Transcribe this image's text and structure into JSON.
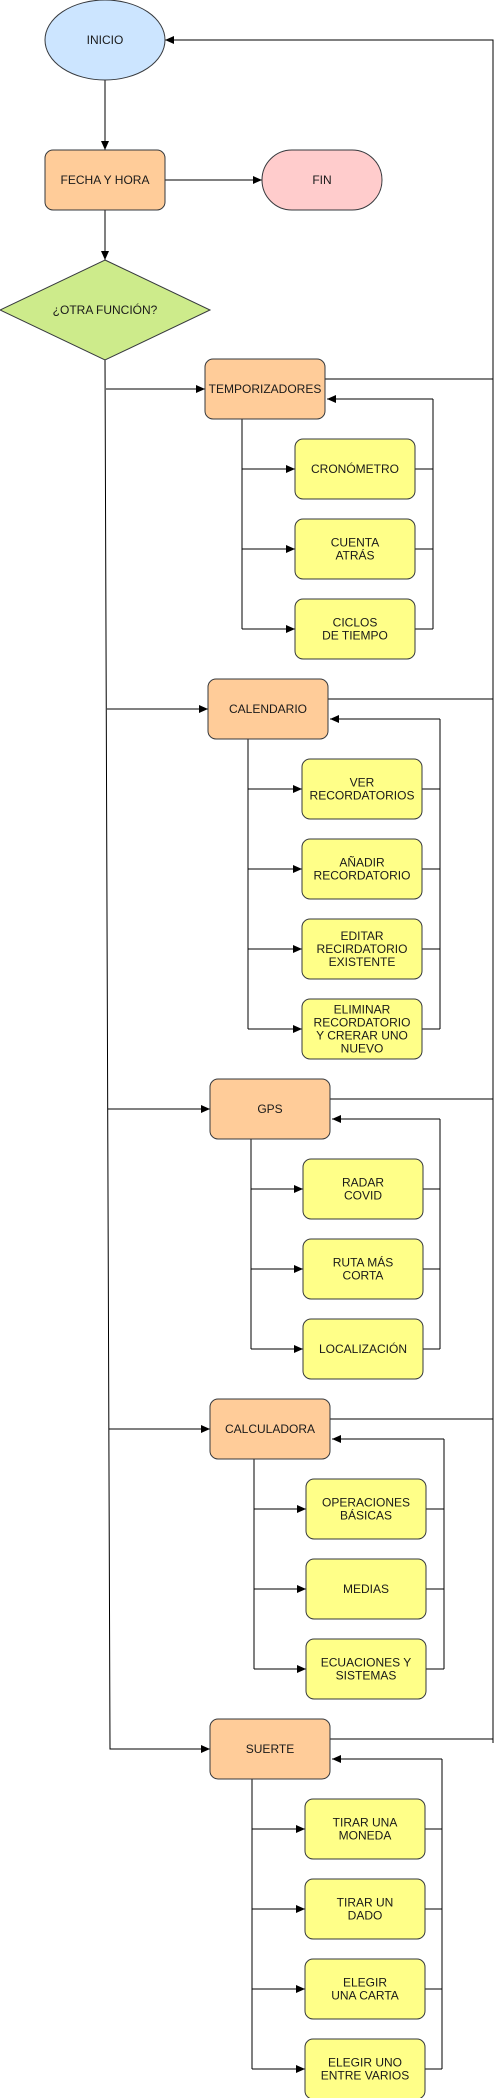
{
  "nodes": {
    "inicio": "INICIO",
    "fecha_hora": "FECHA Y HORA",
    "fin": "FIN",
    "otra_funcion": "¿OTRA FUNCIÓN?"
  },
  "groups": [
    {
      "key": "temporizadores",
      "label": "TEMPORIZADORES",
      "children": [
        [
          "CRONÓMETRO"
        ],
        [
          "CUENTA",
          "ATRÁS"
        ],
        [
          "CICLOS",
          "DE TIEMPO"
        ]
      ]
    },
    {
      "key": "calendario",
      "label": "CALENDARIO",
      "children": [
        [
          "VER",
          "RECORDATORIOS"
        ],
        [
          "AÑADIR",
          "RECORDATORIO"
        ],
        [
          "EDITAR",
          "RECIRDATORIO",
          "EXISTENTE"
        ],
        [
          "ELIMINAR",
          "RECORDATORIO",
          "Y CRERAR UNO",
          "NUEVO"
        ]
      ]
    },
    {
      "key": "gps",
      "label": "GPS",
      "children": [
        [
          "RADAR",
          "COVID"
        ],
        [
          "RUTA MÁS",
          "CORTA"
        ],
        [
          "LOCALIZACIÓN"
        ]
      ]
    },
    {
      "key": "calculadora",
      "label": "CALCULADORA",
      "children": [
        [
          "OPERACIONES",
          "BÁSICAS"
        ],
        [
          "MEDIAS"
        ],
        [
          "ECUACIONES Y",
          "SISTEMAS"
        ]
      ]
    },
    {
      "key": "suerte",
      "label": "SUERTE",
      "children": [
        [
          "TIRAR UNA",
          "MONEDA"
        ],
        [
          "TIRAR UN",
          "DADO"
        ],
        [
          "ELEGIR",
          "UNA CARTA"
        ],
        [
          "ELEGIR UNO",
          "ENTRE VARIOS"
        ]
      ]
    }
  ],
  "colors": {
    "start": "#cce5ff",
    "start_stroke": "#36393d",
    "process": "#ffcc99",
    "process_stroke": "#36393d",
    "end": "#ffcccc",
    "end_stroke": "#36393d",
    "decision": "#cdeb8b",
    "decision_stroke": "#36393d",
    "option": "#ffff88",
    "option_stroke": "#36393d",
    "line": "#000000"
  }
}
